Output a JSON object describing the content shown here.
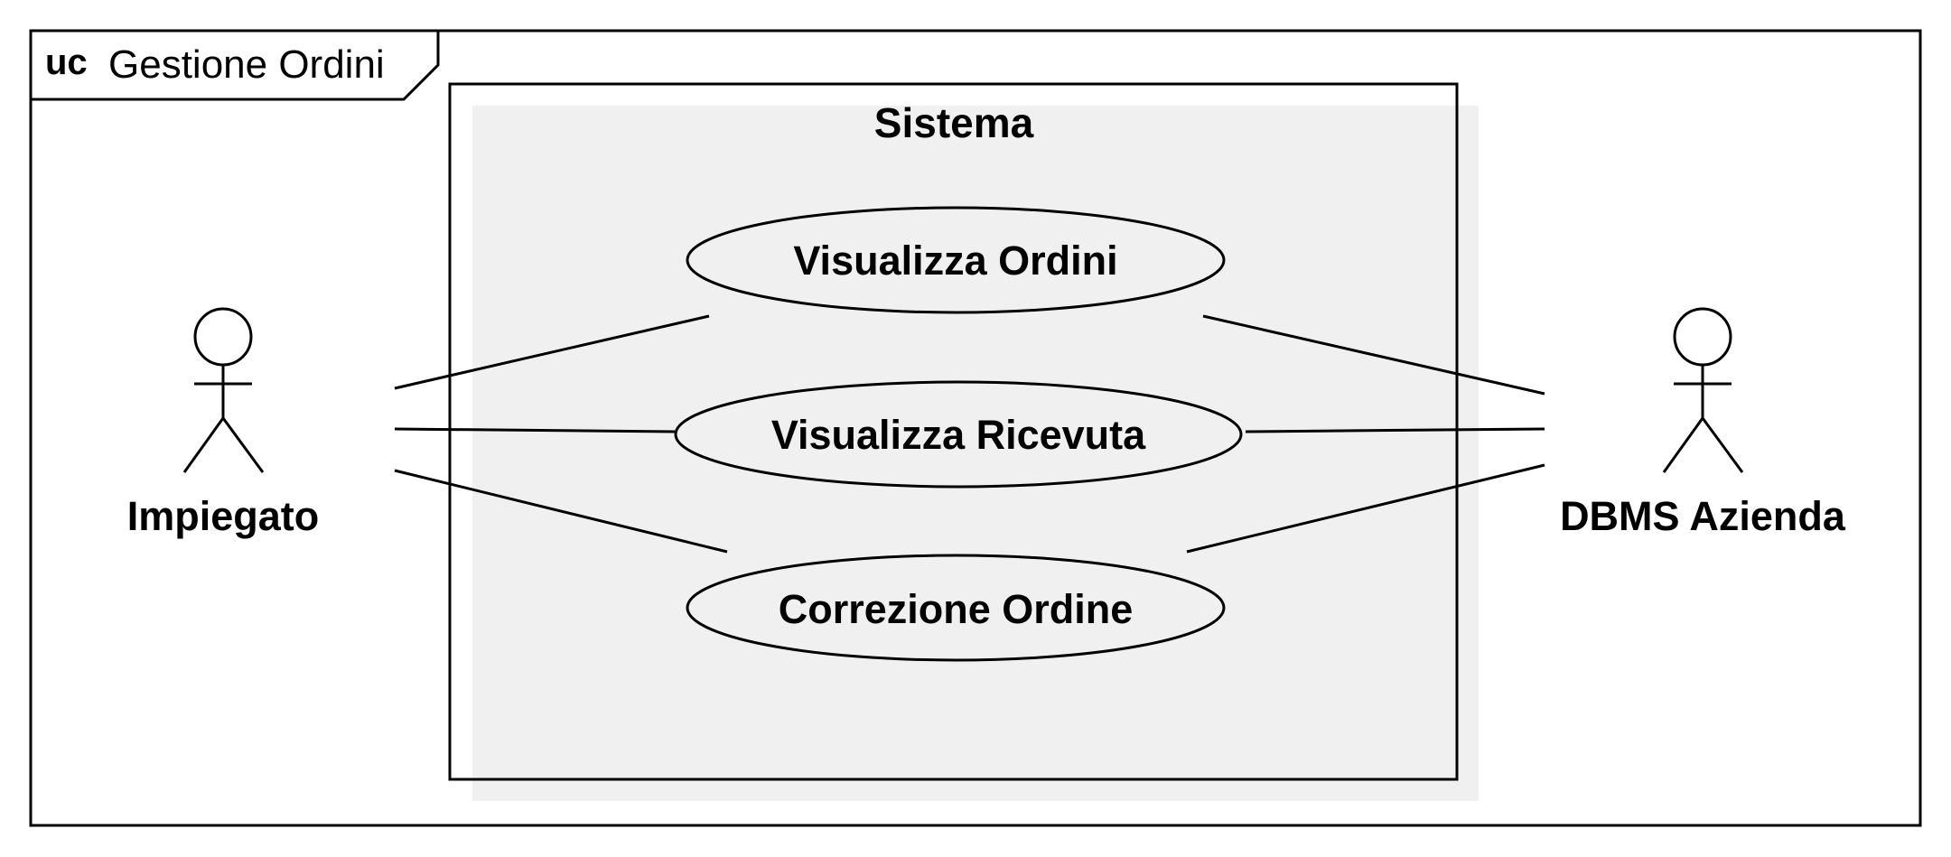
{
  "frame": {
    "keyword": "uc",
    "name": "Gestione Ordini"
  },
  "system": {
    "title": "Sistema"
  },
  "use_cases": [
    {
      "label": "Visualizza Ordini"
    },
    {
      "label": "Visualizza Ricevuta"
    },
    {
      "label": "Correzione Ordine"
    }
  ],
  "actors": [
    {
      "label": "Impiegato"
    },
    {
      "label": "DBMS Azienda"
    }
  ],
  "colors": {
    "stroke": "#000000",
    "shadow": "#f0f0f0",
    "background": "#ffffff"
  }
}
